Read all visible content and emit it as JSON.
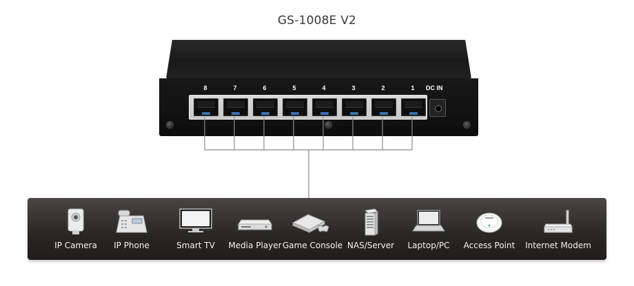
{
  "title": "GS-1008E V2",
  "switch": {
    "port_labels": [
      "8",
      "7",
      "6",
      "5",
      "4",
      "3",
      "2",
      "1"
    ],
    "dc_label": "DC IN"
  },
  "devices": [
    {
      "label": "IP Camera",
      "icon": "ip-camera-icon"
    },
    {
      "label": "IP Phone",
      "icon": "ip-phone-icon"
    },
    {
      "label": "Smart TV",
      "icon": "smart-tv-icon"
    },
    {
      "label": "Media Player",
      "icon": "media-player-icon"
    },
    {
      "label": "Game Console",
      "icon": "game-console-icon"
    },
    {
      "label": "NAS/Server",
      "icon": "nas-server-icon"
    },
    {
      "label": "Laptop/PC",
      "icon": "laptop-icon"
    },
    {
      "label": "Access Point",
      "icon": "access-point-icon"
    },
    {
      "label": "Internet Modem",
      "icon": "modem-icon"
    }
  ],
  "colors": {
    "device_bar": "#2a2624",
    "wire": "#8c8c8c",
    "port_led": "#3a6fae"
  }
}
